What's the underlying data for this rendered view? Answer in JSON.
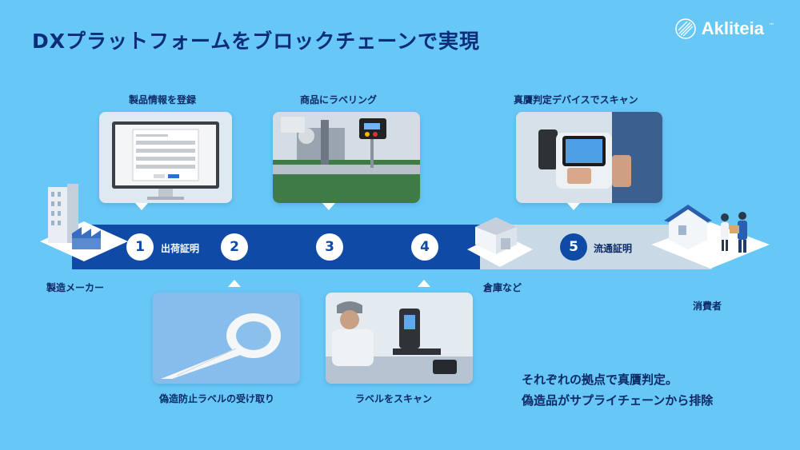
{
  "title": "DXプラットフォームをブロックチェーンで実現",
  "logo": {
    "name": "Akliteia",
    "tm": "™"
  },
  "captions": {
    "register": "製品情報を登録",
    "labeling": "商品にラベリング",
    "authenticate_scan": "真贋判定デバイスでスキャン",
    "receive_label": "偽造防止ラベルの受け取り",
    "scan_label": "ラベルをスキャン"
  },
  "nodes": {
    "manufacturer": "製造メーカー",
    "warehouse": "倉庫など",
    "consumer": "消費者"
  },
  "steps": [
    {
      "number": "1",
      "label": "出荷証明"
    },
    {
      "number": "2",
      "label": ""
    },
    {
      "number": "3",
      "label": ""
    },
    {
      "number": "4",
      "label": ""
    },
    {
      "number": "5",
      "label": "流通証明"
    }
  ],
  "note": {
    "line1": "それぞれの拠点で真贋判定。",
    "line2": "偽造品がサプライチェーンから排除"
  },
  "colors": {
    "background": "#67c7f6",
    "band_blue": "#0f4aa6",
    "band_grey": "#c9d9e6",
    "text_dark": "#0d2a66"
  }
}
